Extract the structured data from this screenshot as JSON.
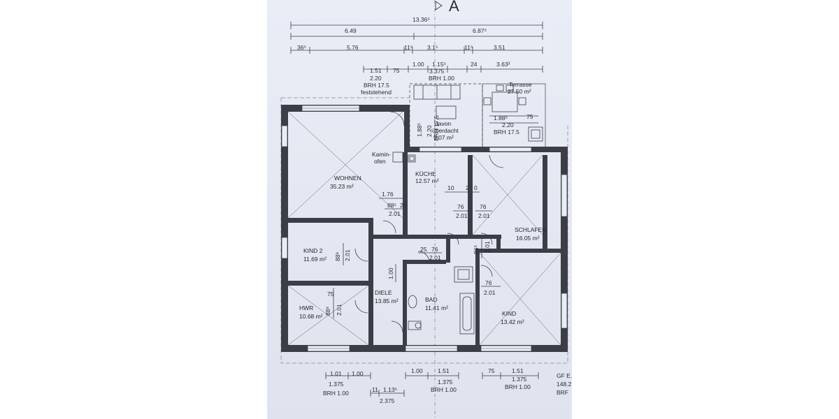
{
  "section_marker": "A",
  "dimensions": {
    "top": {
      "total": "13.36⁵",
      "left_part": "6.49",
      "right_part": "6.87⁵",
      "row3": [
        "36⁵",
        "5.76",
        "11⁵",
        "3.1⁵",
        "11⁵",
        "3.51"
      ],
      "row4": [
        "1.51",
        "75",
        "1.00",
        "1.15⁵",
        "24",
        "3.63³"
      ],
      "brh_left_width": "2.20",
      "brh_left_label": "BRH 17.5",
      "brh_left_note": "feststehend",
      "brh_center_width": "3.375",
      "brh_center_label": "BRH 1.00"
    },
    "bottom": {
      "left": {
        "w1": "1.01",
        "w2": "1.00",
        "total": "1.375",
        "brh": "BRH 1.00"
      },
      "center": {
        "w1": "1.00",
        "w2": "1.51",
        "total": "1.375",
        "brh": "BRH 1.00"
      },
      "right": {
        "w1": "75",
        "w2": "1.51",
        "total": "1.375",
        "brh": "BRH 1.00"
      },
      "lower": {
        "a": "11",
        "b": "1.13⁵",
        "total": "2.375"
      }
    },
    "interior": {
      "terrace_covered_h": "1.88⁵",
      "terrace_covered_w": "2.20",
      "terrace_covered_brh": "BRH 17.5",
      "terrace_window_w": "1.88⁵",
      "terrace_window_a": "75",
      "terrace_window_b": "2.20",
      "terrace_window_brh": "BRH 17.5",
      "door_wohnen_a": "1.76",
      "door_wohnen_b": "88⁵",
      "door_wohnen_c": "25",
      "door_wohnen_h": "2.01",
      "kueche_a": "10",
      "kueche_b": "2",
      "kueche_c": "0",
      "door_kueche_w": "76",
      "door_kueche_h": "2.01",
      "door_schlafen_w": "76",
      "door_schlafen_h": "2.01",
      "door_kind2_w": "88⁸",
      "door_kind2_h": "2.01",
      "door_bad_a": "25",
      "door_bad_b": "76",
      "door_bad_h": "2.01",
      "door_wc_w": "86⁵",
      "door_wc_h": "2.01",
      "diele_h": "1.00",
      "door_hwr_a": "75",
      "door_hwr_b": "88⁸",
      "door_hwr_h": "2.01",
      "door_kind_w": "76",
      "door_kind_h": "2.01"
    }
  },
  "rooms": {
    "wohnen": {
      "name": "WOHNEN",
      "area": "35.23 m²"
    },
    "kamin": {
      "line1": "Kamin-",
      "line2": "ofen"
    },
    "kueche": {
      "name": "KÜCHE",
      "area": "12.57 m²"
    },
    "schlafen": {
      "name": "SCHLAFEN",
      "area": "16.05 m²"
    },
    "kind2": {
      "name": "KIND 2",
      "area": "11.69 m²"
    },
    "diele": {
      "name": "DIELE",
      "area": "13.85 m²"
    },
    "bad": {
      "name": "BAD",
      "area": "11.41 m²"
    },
    "hwr": {
      "name": "HWR",
      "area": "10.68 m²"
    },
    "kind": {
      "name": "KIND",
      "area": "13.42 m²"
    },
    "terrasse": {
      "name": "Terrasse",
      "area": "27.50 m²"
    },
    "ueberdacht": {
      "line1": "davon",
      "line2": "überdacht",
      "area": "9.07 m²"
    }
  },
  "edge_note": {
    "line1": "GF E.",
    "line2": "148.2",
    "line3": "BRF"
  }
}
